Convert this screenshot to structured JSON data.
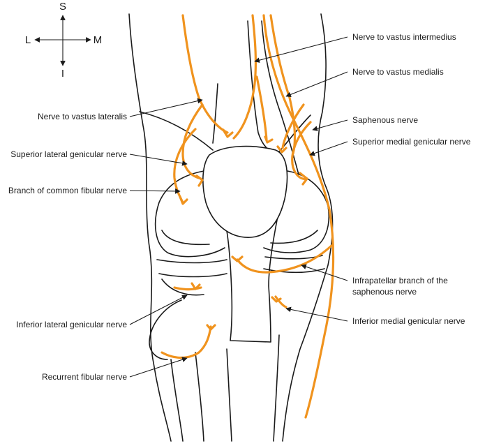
{
  "compass": {
    "superior": "S",
    "inferior": "I",
    "lateral": "L",
    "medial": "M"
  },
  "colors": {
    "nerve": "#f0931e",
    "outline": "#1a1a1a",
    "background": "#ffffff"
  },
  "labels": {
    "vastus_intermedius": "Nerve to vastus intermedius",
    "vastus_medialis": "Nerve to vastus medialis",
    "vastus_lateralis": "Nerve to vastus lateralis",
    "saphenous": "Saphenous nerve",
    "superior_lateral_genicular": "Superior lateral genicular nerve",
    "superior_medial_genicular": "Superior medial genicular nerve",
    "branch_common_fibular": "Branch of common fibular nerve",
    "infrapatellar_line1": "Infrapatellar branch of the",
    "infrapatellar_line2": "saphenous nerve",
    "inferior_lateral_genicular": "Inferior lateral genicular nerve",
    "inferior_medial_genicular": "Inferior medial genicular nerve",
    "recurrent_fibular": "Recurrent fibular nerve"
  }
}
